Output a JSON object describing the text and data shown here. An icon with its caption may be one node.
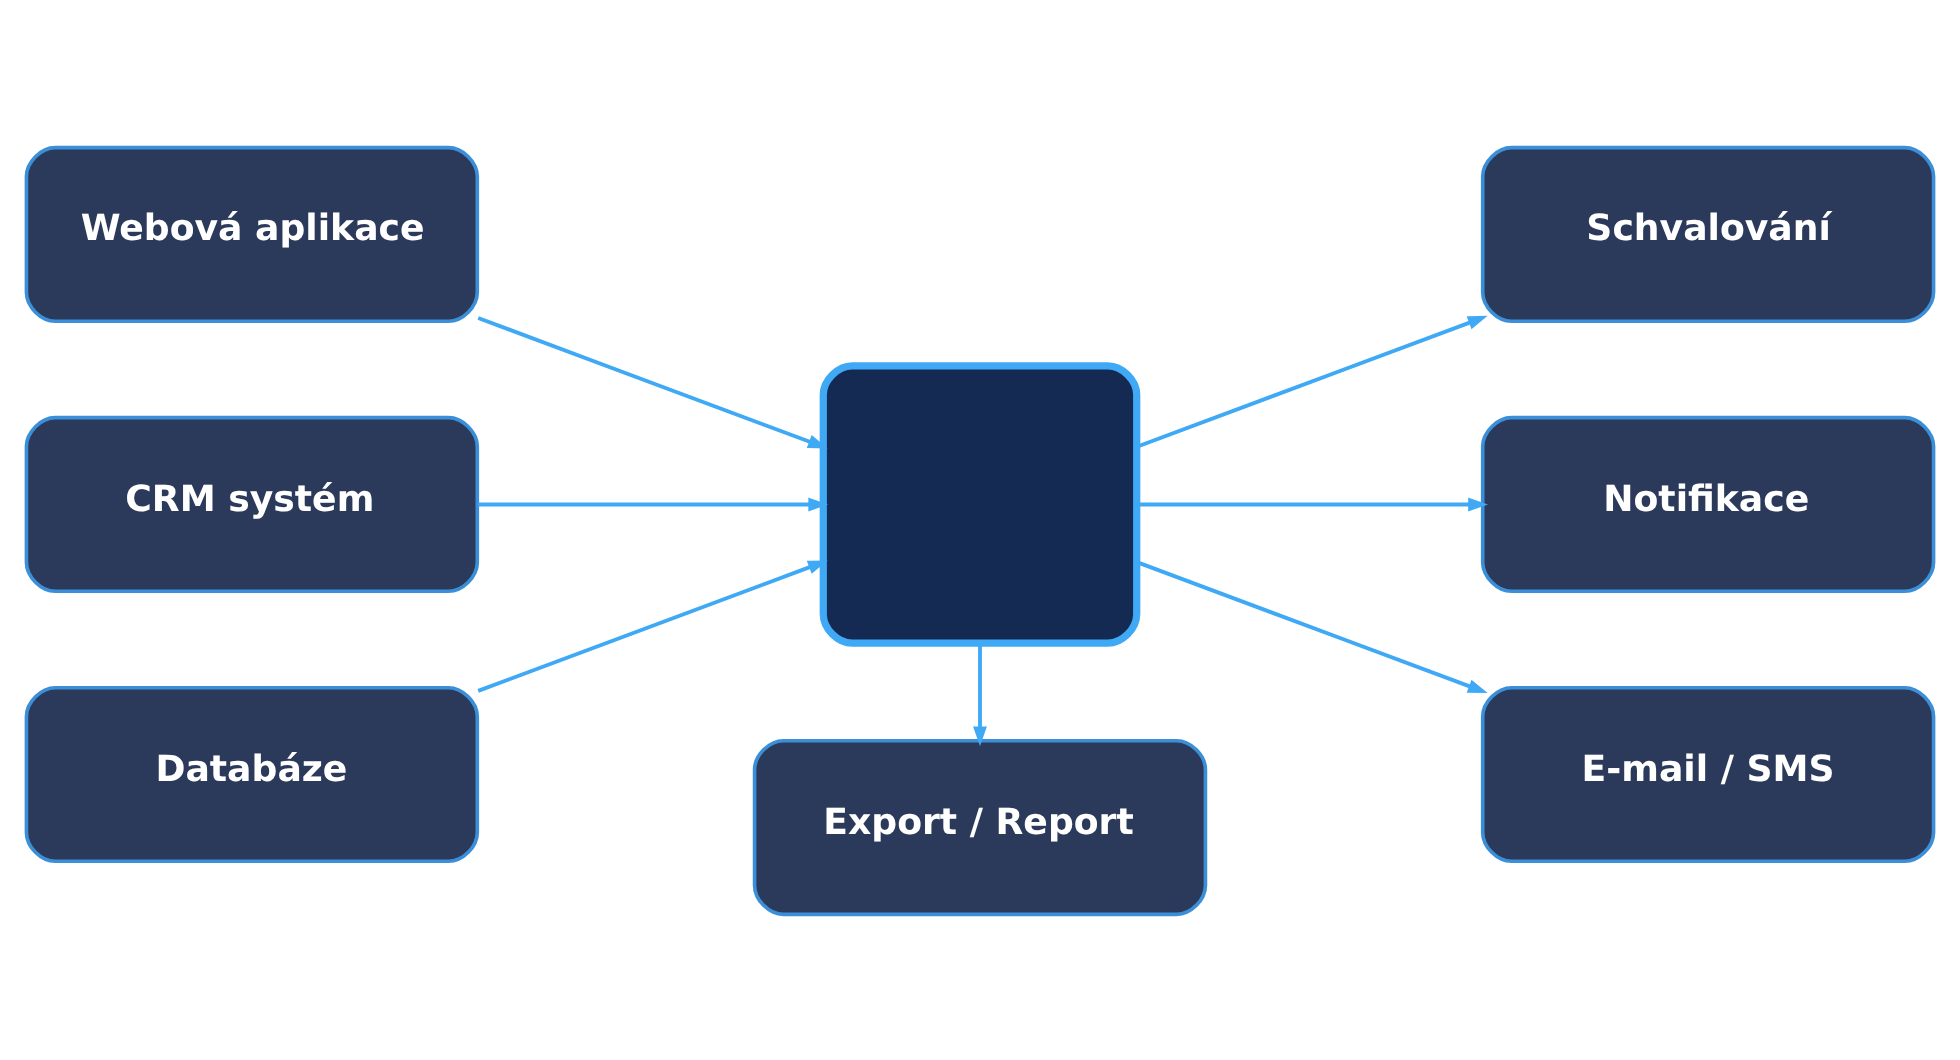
{
  "diagram": {
    "nodes": [
      {
        "text": [
          "Webová aplikace"
        ]
      },
      {
        "text": [
          "CRM systém"
        ]
      },
      {
        "text": [
          "Databáze"
        ]
      },
      {
        "text": [],
        "shape": "box"
      },
      {
        "text": [
          "Schvalování"
        ]
      },
      {
        "text": [
          "Notifikace"
        ]
      },
      {
        "text": [
          "E-mail / SMS"
        ]
      },
      {
        "text": [
          "Export / Report"
        ]
      }
    ],
    "edges": [
      {
        "from": 0,
        "to": 3,
        "arrow": "to"
      },
      {
        "from": 1,
        "to": 3,
        "arrow": "to"
      },
      {
        "from": 2,
        "to": 3,
        "arrow": "to"
      },
      {
        "from": 3,
        "to": 4,
        "arrow": "to"
      },
      {
        "from": 3,
        "to": 5,
        "arrow": "to"
      },
      {
        "from": 3,
        "to": 6,
        "arrow": "to"
      },
      {
        "from": 3,
        "to": 7,
        "arrow": "to"
      }
    ]
  }
}
